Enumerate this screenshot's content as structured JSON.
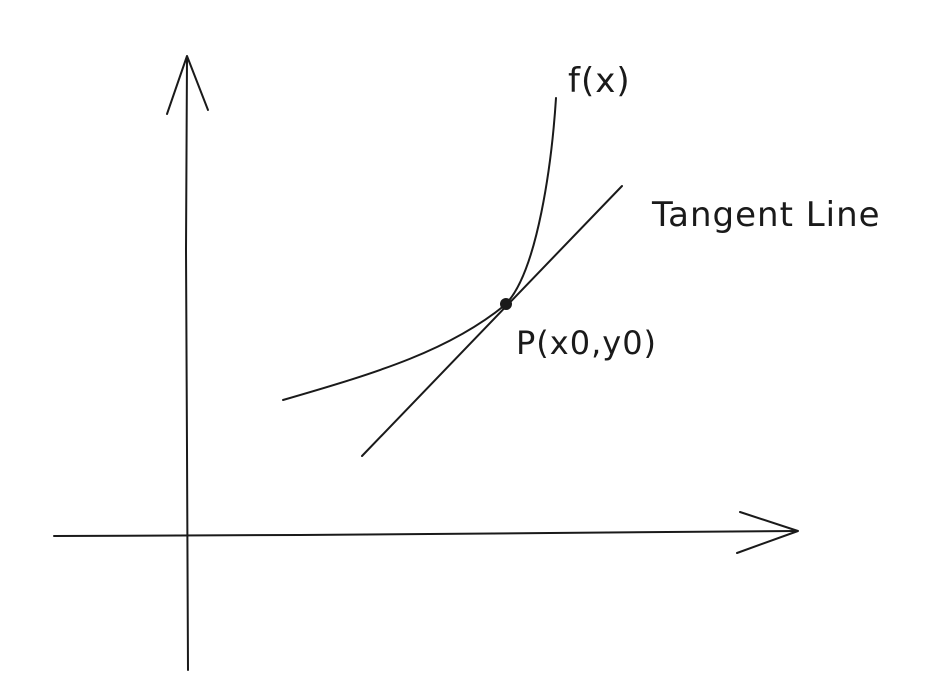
{
  "diagram": {
    "labels": {
      "curve": "f(x)",
      "tangent": "Tangent Line",
      "point": "P(x0,y0)"
    },
    "colors": {
      "ink": "#1a1a1a",
      "background": "#ffffff"
    }
  }
}
